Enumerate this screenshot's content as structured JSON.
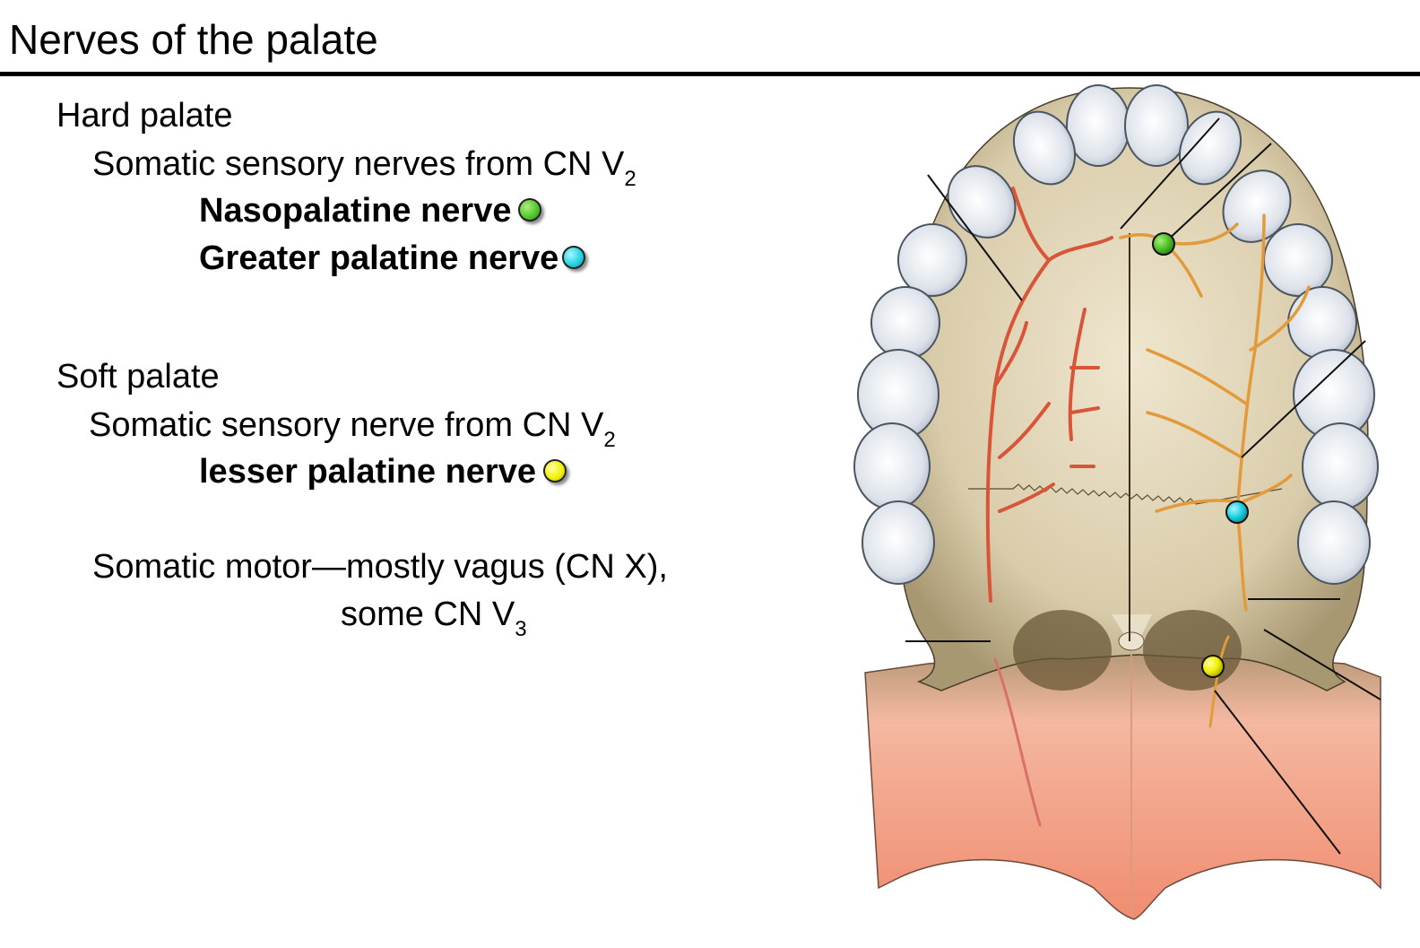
{
  "slide": {
    "title": "Nerves of the palate"
  },
  "hard_palate": {
    "heading": "Hard palate",
    "sensory_line": "Somatic sensory nerves from CN V",
    "sensory_sub": "2",
    "nerves": [
      {
        "label": "Nasopalatine nerve",
        "marker_color": "#4fc32a"
      },
      {
        "label": "Greater palatine nerve",
        "marker_color": "#1ed0e0"
      }
    ]
  },
  "soft_palate": {
    "heading": "Soft palate",
    "sensory_line": "Somatic sensory nerve from CN V",
    "sensory_sub": "2",
    "nerves": [
      {
        "label": "lesser palatine nerve",
        "marker_color": "#f0f000"
      }
    ],
    "motor_line_1": "Somatic motor—mostly vagus (CN X),",
    "motor_line_2": "some CN V",
    "motor_sub": "3"
  },
  "figure": {
    "description": "Inferior view of the palate showing palatine nerves and vessels",
    "markers": [
      {
        "nerve": "Nasopalatine nerve",
        "color": "#4fc32a"
      },
      {
        "nerve": "Greater palatine nerve",
        "color": "#1ed0e0"
      },
      {
        "nerve": "lesser palatine nerve",
        "color": "#f0f000"
      }
    ]
  }
}
